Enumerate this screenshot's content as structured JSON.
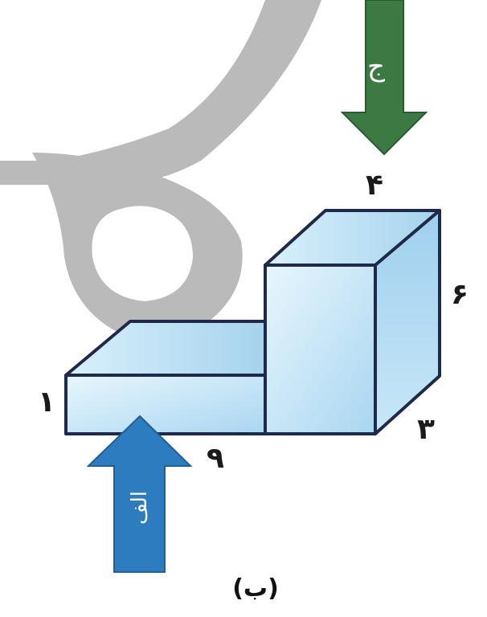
{
  "figure": {
    "caption": "(ب)",
    "dimensions": {
      "top_width": "۴",
      "right_height": "۶",
      "left_height": "۱",
      "bottom_length": "۹",
      "depth": "۳"
    }
  },
  "arrows": {
    "top": {
      "label": "ج",
      "color": "#3d7a43"
    },
    "bottom": {
      "label": "الف",
      "color": "#2e7cc0"
    }
  },
  "colors": {
    "solid_fill": "#bfe3f7",
    "solid_stroke": "#1f2a4a",
    "watermark": "#b3b3b3"
  }
}
